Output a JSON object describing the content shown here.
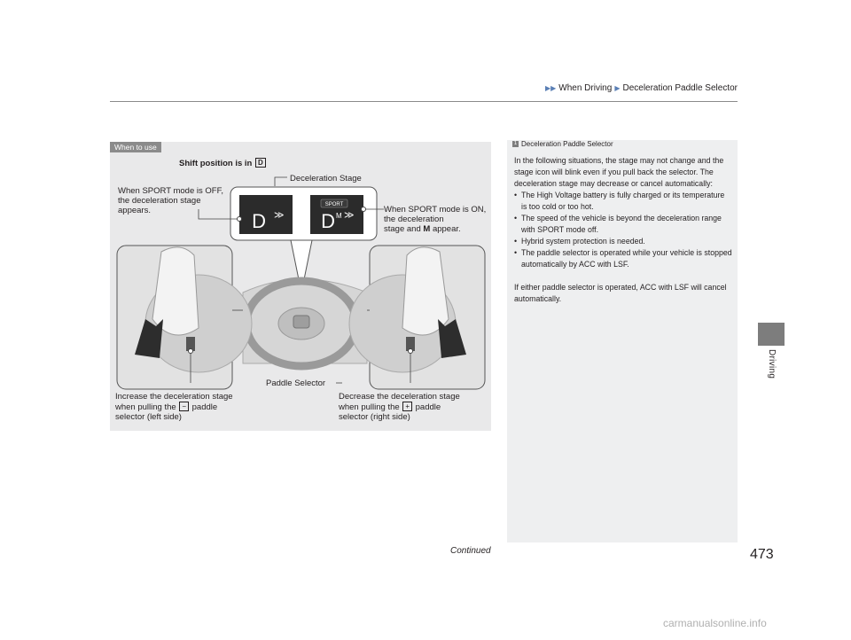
{
  "header": {
    "crumb1": "When Driving",
    "crumb2": "Deceleration Paddle Selector"
  },
  "side_tab": {
    "label": "Driving"
  },
  "figure": {
    "when_to_use": "When to use",
    "shift_position_prefix": "Shift position is in",
    "shift_position_key": "D",
    "decel_stage": "Deceleration Stage",
    "sport_off_label": "When SPORT mode is OFF, the deceleration stage appears.",
    "sport_on_label_1": "When SPORT mode is ON, the deceleration",
    "sport_on_label_2a": "stage and",
    "sport_on_label_m": "M",
    "sport_on_label_2b": "appear.",
    "display_sport": "SPORT",
    "display_d": "D",
    "display_m": "M",
    "paddle_selector": "Paddle Selector",
    "left_caption_1": "Increase the deceleration stage",
    "left_caption_2a": "when pulling the",
    "left_caption_key": "−",
    "left_caption_2b": "paddle",
    "left_caption_3": "selector (left side)",
    "right_caption_1": "Decrease the deceleration stage",
    "right_caption_2a": "when pulling the",
    "right_caption_key": "+",
    "right_caption_2b": "paddle",
    "right_caption_3": "selector (right side)"
  },
  "notes": {
    "badge": "1",
    "title": "Deceleration Paddle Selector",
    "intro": "In the following situations, the stage may not change and the stage icon will blink even if you pull back the selector. The deceleration stage may decrease or cancel automatically:",
    "bullets": [
      "The High Voltage battery is fully charged or its temperature is too cold or too hot.",
      "The speed of the vehicle is beyond the deceleration range with SPORT mode off.",
      "Hybrid system protection is needed.",
      "The paddle selector is operated while your vehicle is stopped automatically by ACC with LSF."
    ],
    "closing": "If either paddle selector is operated, ACC with LSF will cancel automatically."
  },
  "footer": {
    "continued": "Continued",
    "page_number": "473",
    "watermark": "carmanualsonline.info"
  },
  "colors": {
    "panel": "#e9e9ea",
    "accent_blue": "#5a7fb5",
    "dark_display": "#2b2b2b"
  }
}
